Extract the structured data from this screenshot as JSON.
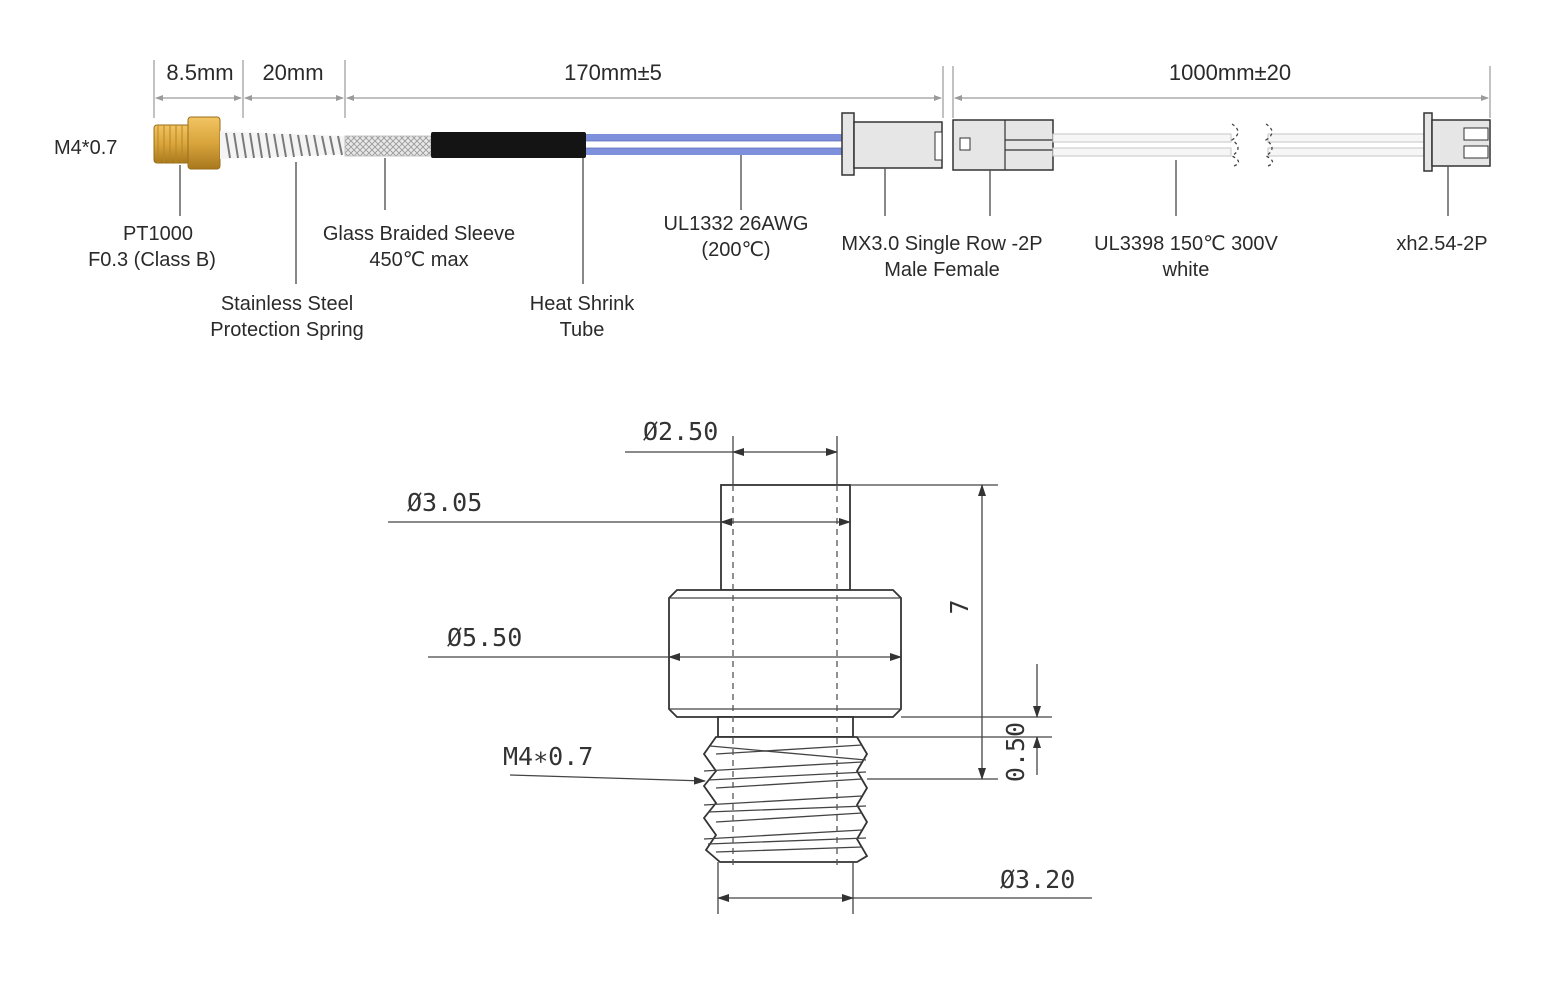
{
  "cable_diagram": {
    "dimensions": {
      "d1": "8.5mm",
      "d2": "20mm",
      "d3": "170mm±5",
      "d4": "1000mm±20"
    },
    "thread_label": "M4*0.7",
    "callouts": {
      "pt1000": {
        "line1": "PT1000",
        "line2": "F0.3 (Class B)"
      },
      "spring": {
        "line1": "Stainless Steel",
        "line2": "Protection Spring"
      },
      "sleeve": {
        "line1": "Glass Braided Sleeve",
        "line2": "450℃ max"
      },
      "shrink": {
        "line1": "Heat Shrink",
        "line2": "Tube"
      },
      "wire1": {
        "line1": "UL1332 26AWG",
        "line2": "(200℃)"
      },
      "connector": {
        "line1": "MX3.0 Single Row -2P",
        "line2": "Male Female"
      },
      "wire2": {
        "line1": "UL3398 150℃ 300V",
        "line2": "white"
      },
      "xh": {
        "line1": "xh2.54-2P"
      }
    },
    "colors": {
      "brass": "#d9a53c",
      "heat_shrink": "#141414",
      "wire_blue": "#7e8fdc",
      "connector": "#e6e6e6"
    }
  },
  "drawing": {
    "labels": {
      "d250": "Ø2.50",
      "d305": "Ø3.05",
      "d550": "Ø5.50",
      "thread": "M4∗0.7",
      "d320": "Ø3.20",
      "height": "7",
      "step": "0.50"
    }
  }
}
